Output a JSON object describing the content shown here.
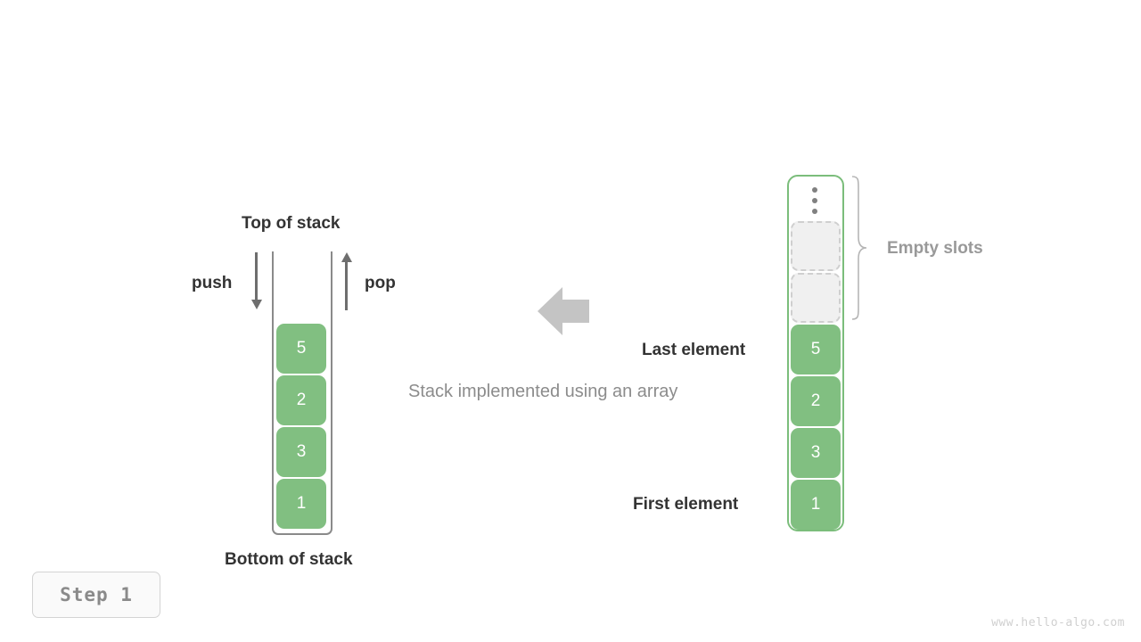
{
  "diagram": {
    "caption": "Stack implemented using an array",
    "transform_arrow_direction": "left",
    "colors": {
      "filled_cell": "#81bf81",
      "array_border": "#7bbd7b",
      "stack_border": "#8a8a8a",
      "empty_cell_fill": "#f0f0f0",
      "empty_cell_border": "#cfcfcf",
      "label_dark": "#333333",
      "label_gray": "#999999",
      "caption_gray": "#8c8c8c",
      "arrow_gray": "#c4c4c4"
    }
  },
  "stack": {
    "top_label": "Top of stack",
    "bottom_label": "Bottom of stack",
    "push_label": "push",
    "pop_label": "pop",
    "push_arrow_icon": "arrow-down-icon",
    "pop_arrow_icon": "arrow-up-icon",
    "cells": [
      "5",
      "2",
      "3",
      "1"
    ]
  },
  "array": {
    "empty_slots_label": "Empty slots",
    "last_element_label": "Last element",
    "first_element_label": "First element",
    "ellipsis_icon": "vertical-ellipsis-icon",
    "brace_icon": "curly-brace-icon",
    "empty_slot_count": 2,
    "cells": [
      "5",
      "2",
      "3",
      "1"
    ]
  },
  "footer": {
    "step_label": "Step 1",
    "watermark": "www.hello-algo.com"
  }
}
